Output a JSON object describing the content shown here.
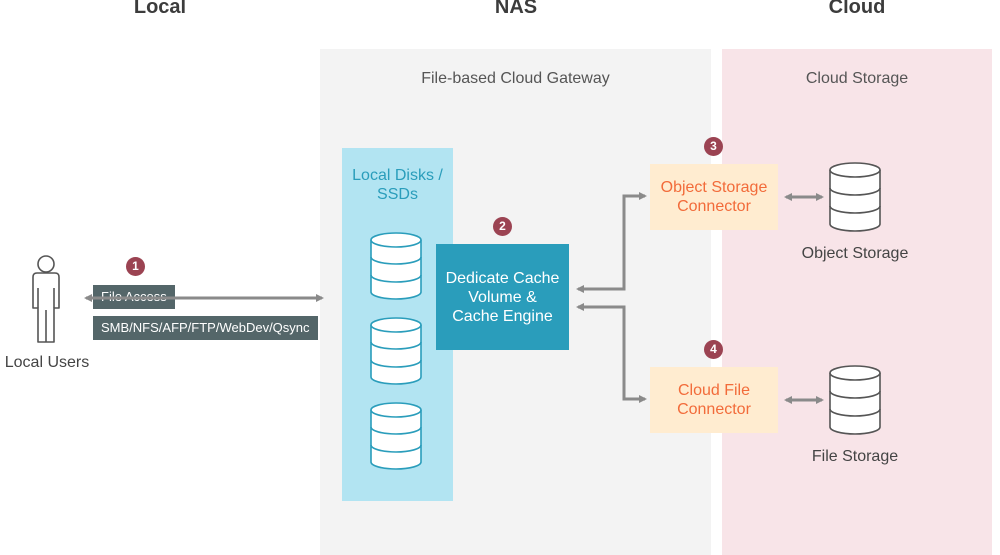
{
  "columns": {
    "local": "Local",
    "nas": "NAS",
    "cloud": "Cloud"
  },
  "nas_panel": {
    "title": "File-based Cloud Gateway"
  },
  "cloud_panel": {
    "title": "Cloud Storage"
  },
  "local_disks": {
    "title_line1": "Local Disks /",
    "title_line2": "SSDs"
  },
  "cache": {
    "line1": "Dedicate Cache",
    "line2": "Volume &",
    "line3": "Cache Engine"
  },
  "object_connector": {
    "line1": "Object Storage",
    "line2": "Connector"
  },
  "file_connector": {
    "line1": "Cloud File",
    "line2": "Connector"
  },
  "object_storage_label": "Object Storage",
  "file_storage_label": "File Storage",
  "local_users_label": "Local Users",
  "file_access_label": "File Access",
  "protocols_label": "SMB/NFS/AFP/FTP/WebDev/Qsync",
  "badges": {
    "b1": "1",
    "b2": "2",
    "b3": "3",
    "b4": "4"
  },
  "colors": {
    "nas_panel": "#f3f3f3",
    "cloud_panel": "#f8e4e8",
    "disks": "#b2e4f2",
    "cache": "#2a9dbb",
    "connector": "#ffecd0",
    "connector_text": "#f26b3a",
    "badge": "#9b4352",
    "arrow": "#8a8a8a",
    "tag": "#546669"
  }
}
